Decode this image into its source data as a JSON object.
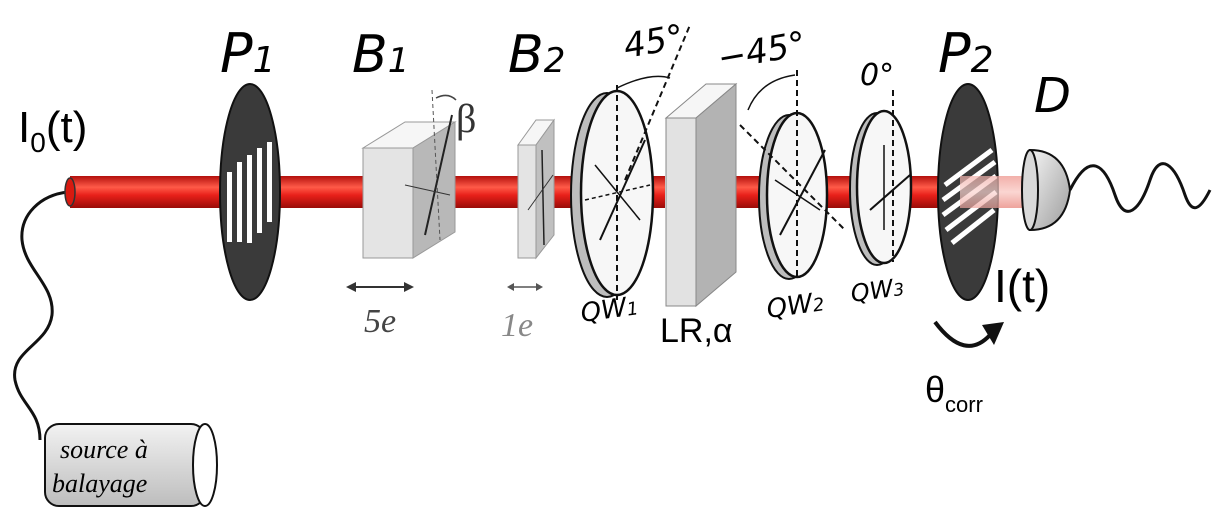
{
  "diagram": {
    "source": {
      "intensity_label": "I",
      "intensity_sub": "0",
      "intensity_suffix": "(t)",
      "box_line1": "source à",
      "box_line2": "balayage"
    },
    "polarizer1": {
      "label": "P",
      "sub": "1"
    },
    "birefringent1": {
      "label": "B",
      "sub": "1",
      "angle_symbol": "β",
      "thickness": "5e"
    },
    "birefringent2": {
      "label": "B",
      "sub": "2",
      "thickness": "1e"
    },
    "waveplate1": {
      "label": "QW",
      "sub": "1",
      "angle": "45°"
    },
    "rotator": {
      "label": "LR,α"
    },
    "waveplate2": {
      "label": "QW",
      "sub": "2",
      "angle": "−45°"
    },
    "waveplate3": {
      "label": "QW",
      "sub": "3",
      "angle": "0°"
    },
    "polarizer2": {
      "label": "P",
      "sub": "2"
    },
    "detector": {
      "label": "D"
    },
    "output": {
      "intensity_label": "I(t)",
      "rotation_label": "θ",
      "rotation_sub": "corr"
    },
    "colors": {
      "beam": "#e8201a",
      "beam_highlight": "#ff6a5a",
      "polarizer": "#3a3a3a",
      "optic_face": "#e6e6e6",
      "optic_side": "#a8a8a8"
    }
  }
}
